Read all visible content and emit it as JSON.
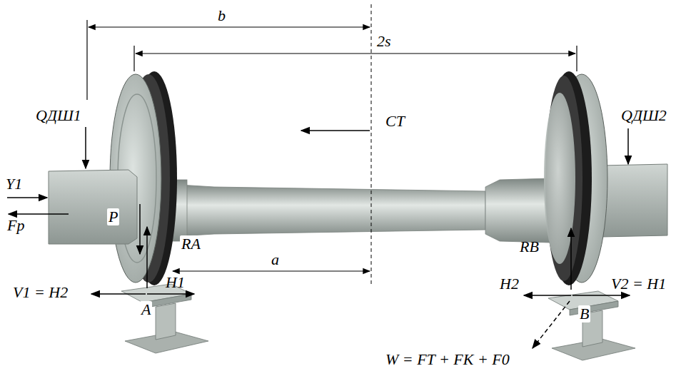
{
  "diagram": {
    "labels": [
      "b",
      "2s",
      "QДШ1",
      "CT",
      "QДШ2",
      "Y1",
      "Fp",
      "P",
      "RA",
      "a",
      "RB",
      "V1 = H2",
      "H1",
      "H2",
      "V2 = H1",
      "A",
      "B",
      "W = FT + FK + F0"
    ]
  }
}
